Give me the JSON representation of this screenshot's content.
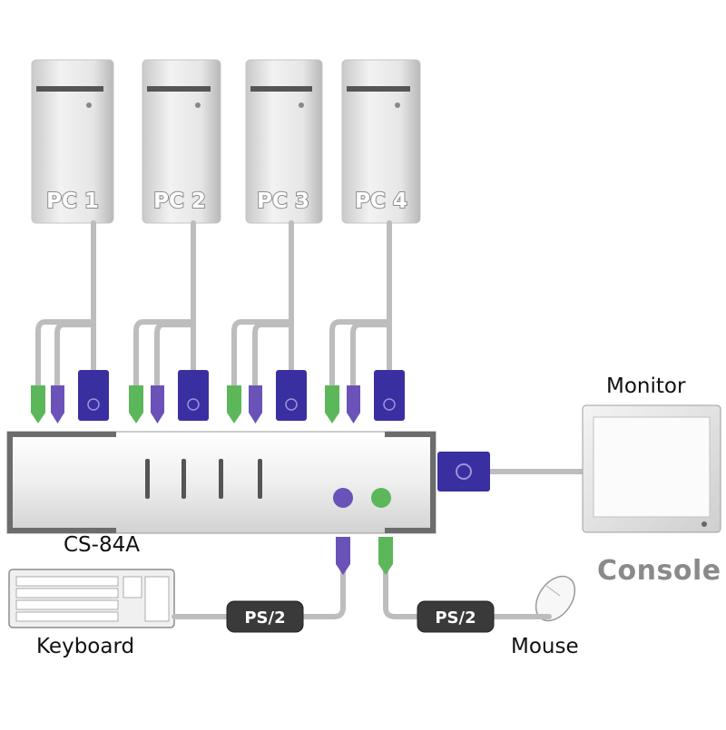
{
  "pcs": [
    {
      "label": "PC 1"
    },
    {
      "label": "PC 2"
    },
    {
      "label": "PC 3"
    },
    {
      "label": "PC 4"
    }
  ],
  "switch": {
    "model": "CS-84A"
  },
  "console": {
    "title": "Console",
    "monitor_label": "Monitor",
    "keyboard_label": "Keyboard",
    "mouse_label": "Mouse",
    "keyboard_cable_label": "PS/2",
    "mouse_cable_label": "PS/2"
  },
  "colors": {
    "vga_connector": "#3a2fa0",
    "ps2_keyboard": "#6a52b8",
    "ps2_mouse": "#5cb65a",
    "cable": "#b9b9b9",
    "label_console": "#8a8a8a"
  }
}
